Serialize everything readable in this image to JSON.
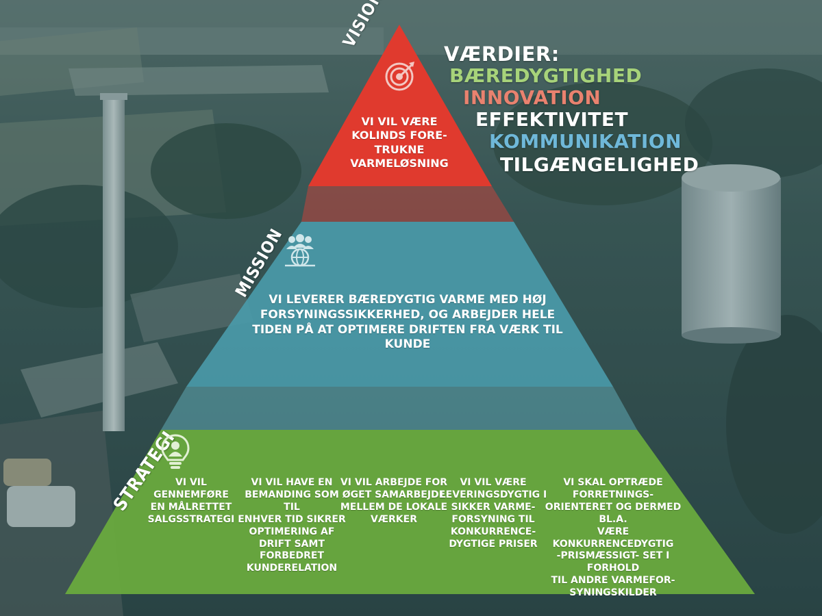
{
  "vision": {
    "label": "VISION",
    "text": "VI VIL VÆRE KOLINDS FORE-TRUKNE VARMELØSNING",
    "lines": [
      "VI VIL VÆRE",
      "KOLINDS FORE-",
      "TRUKNE VARMELØSNING"
    ],
    "icon": "target-icon",
    "color": "#e03a2e"
  },
  "values": {
    "title": "VÆRDIER:",
    "items": [
      {
        "label": "BÆREDYGTIGHED",
        "color": "#a7d37a"
      },
      {
        "label": "INNOVATION",
        "color": "#e9826f"
      },
      {
        "label": "EFFEKTIVITET",
        "color": "#ffffff"
      },
      {
        "label": "KOMMUNIKATION",
        "color": "#6fb8d9"
      },
      {
        "label": "TILGÆNGELIGHED",
        "color": "#ffffff"
      }
    ]
  },
  "mission": {
    "label": "MISSION",
    "lines": [
      "VI LEVERER BÆREDYGTIG VARME MED HØJ",
      "FORSYNINGSSIKKERHED, OG ARBEJDER HELE",
      "TIDEN PÅ AT OPTIMERE DRIFTEN FRA VÆRK TIL KUNDE"
    ],
    "icon": "team-globe-icon",
    "color": "#4a9bab"
  },
  "strategy": {
    "label": "STRATEGI",
    "icon": "lightbulb-person-icon",
    "color": "#6aab3d",
    "items": [
      {
        "lines": [
          "VI VIL GENNEMFØRE",
          "EN MÅLRETTET",
          "SALGSSTRATEGI"
        ]
      },
      {
        "lines": [
          "VI VIL HAVE EN",
          "BEMANDING SOM TIL",
          "ENHVER TID SIKRER",
          "OPTIMERING AF",
          "DRIFT SAMT",
          "FORBEDRET",
          "KUNDERELATION"
        ]
      },
      {
        "lines": [
          "VI VIL ARBEJDE FOR",
          "ØGET SAMARBEJDE",
          "MELLEM DE LOKALE",
          "VÆRKER"
        ]
      },
      {
        "lines": [
          "VI VIL VÆRE",
          "LEVERINGSDYGTIG I",
          "SIKKER VARME-",
          "FORSYNING TIL",
          "KONKURRENCE-",
          "DYGTIGE PRISER"
        ]
      },
      {
        "lines": [
          "VI SKAL OPTRÆDE",
          "FORRETNINGS-",
          "ORIENTERET OG DERMED BL.A.",
          "VÆRE KONKURRENCEDYGTIG",
          "-PRISMÆSSIGT- SET I FORHOLD",
          "TIL ANDRE VARMEFOR-",
          "SYNINGSKILDER"
        ]
      }
    ]
  }
}
